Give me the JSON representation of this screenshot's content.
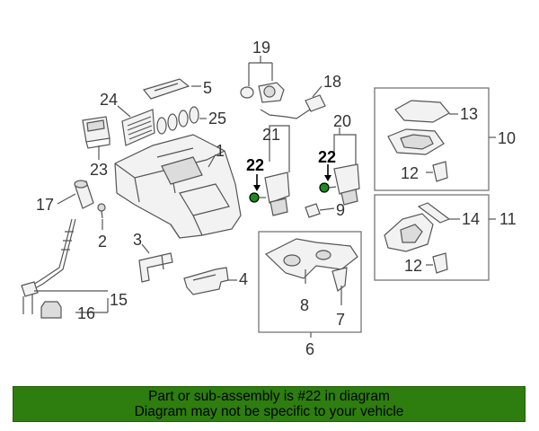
{
  "labels": {
    "n1": "1",
    "n2": "2",
    "n3": "3",
    "n4": "4",
    "n5": "5",
    "n6": "6",
    "n7": "7",
    "n8": "8",
    "n9": "9",
    "n10": "10",
    "n11": "11",
    "n12a": "12",
    "n12b": "12",
    "n13": "13",
    "n14": "14",
    "n15": "15",
    "n16": "16",
    "n17": "17",
    "n18": "18",
    "n19": "19",
    "n20": "20",
    "n21": "21",
    "n22a": "22",
    "n22b": "22",
    "n23": "23",
    "n24": "24",
    "n25": "25"
  },
  "banner": {
    "line1": "Part or sub-assembly is #22 in diagram",
    "line2": "Diagram may not be specific to your vehicle"
  },
  "colors": {
    "banner_bg": "#2e7d0f",
    "highlight_part": "#1f8a1f"
  }
}
